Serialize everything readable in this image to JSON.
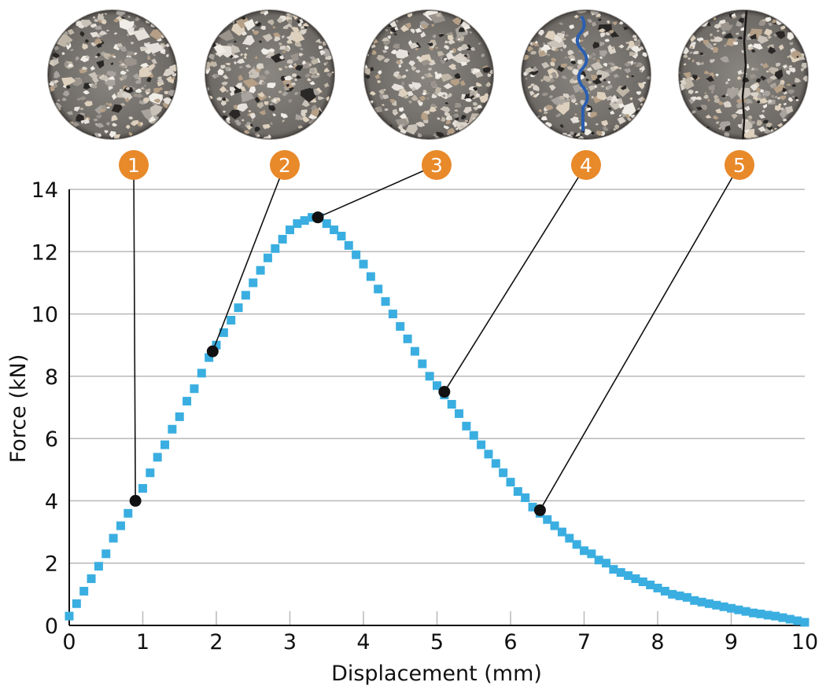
{
  "chart_data": {
    "type": "scatter",
    "title": "",
    "xlabel": "Displacement (mm)",
    "ylabel": "Force (kN)",
    "xlim": [
      0,
      10
    ],
    "ylim": [
      0,
      14
    ],
    "xticks": [
      "0",
      "1",
      "2",
      "3",
      "4",
      "5",
      "6",
      "7",
      "8",
      "9",
      "10"
    ],
    "yticks": [
      "0",
      "2",
      "4",
      "6",
      "8",
      "10",
      "12",
      "14"
    ],
    "grid": "horizontal",
    "series_color": "#3aaee0",
    "x": [
      0.0,
      0.1,
      0.2,
      0.3,
      0.4,
      0.5,
      0.6,
      0.7,
      0.8,
      0.9,
      1.0,
      1.1,
      1.2,
      1.3,
      1.4,
      1.5,
      1.6,
      1.7,
      1.8,
      1.9,
      2.0,
      2.1,
      2.2,
      2.3,
      2.4,
      2.5,
      2.6,
      2.7,
      2.8,
      2.9,
      3.0,
      3.1,
      3.2,
      3.3,
      3.4,
      3.5,
      3.6,
      3.7,
      3.8,
      3.9,
      4.0,
      4.1,
      4.2,
      4.3,
      4.4,
      4.5,
      4.6,
      4.7,
      4.8,
      4.9,
      5.0,
      5.1,
      5.2,
      5.3,
      5.4,
      5.5,
      5.6,
      5.7,
      5.8,
      5.9,
      6.0,
      6.1,
      6.2,
      6.3,
      6.4,
      6.5,
      6.6,
      6.7,
      6.8,
      6.9,
      7.0,
      7.1,
      7.2,
      7.3,
      7.4,
      7.5,
      7.6,
      7.7,
      7.8,
      7.9,
      8.0,
      8.1,
      8.2,
      8.3,
      8.4,
      8.5,
      8.6,
      8.7,
      8.8,
      8.9,
      9.0,
      9.1,
      9.2,
      9.3,
      9.4,
      9.5,
      9.6,
      9.7,
      9.8,
      9.9,
      10.0
    ],
    "y": [
      0.3,
      0.7,
      1.1,
      1.5,
      1.9,
      2.3,
      2.8,
      3.2,
      3.6,
      4.0,
      4.4,
      4.9,
      5.4,
      5.8,
      6.3,
      6.7,
      7.2,
      7.6,
      8.1,
      8.6,
      9.0,
      9.4,
      9.8,
      10.2,
      10.6,
      11.0,
      11.4,
      11.8,
      12.1,
      12.4,
      12.7,
      12.9,
      13.0,
      13.1,
      13.1,
      12.9,
      12.7,
      12.5,
      12.2,
      11.9,
      11.6,
      11.2,
      10.8,
      10.4,
      10.0,
      9.6,
      9.2,
      8.8,
      8.4,
      8.0,
      7.7,
      7.4,
      7.1,
      6.8,
      6.4,
      6.1,
      5.8,
      5.5,
      5.2,
      4.9,
      4.6,
      4.3,
      4.1,
      3.8,
      3.6,
      3.4,
      3.2,
      3.0,
      2.8,
      2.6,
      2.4,
      2.3,
      2.1,
      2.0,
      1.8,
      1.7,
      1.6,
      1.5,
      1.4,
      1.3,
      1.2,
      1.1,
      1.0,
      0.95,
      0.9,
      0.8,
      0.75,
      0.7,
      0.65,
      0.6,
      0.55,
      0.5,
      0.45,
      0.4,
      0.37,
      0.33,
      0.3,
      0.25,
      0.2,
      0.15,
      0.1
    ],
    "annotations": [
      {
        "label": "1",
        "x": 0.9,
        "y": 4.0
      },
      {
        "label": "2",
        "x": 1.95,
        "y": 8.8
      },
      {
        "label": "3",
        "x": 3.38,
        "y": 13.1
      },
      {
        "label": "4",
        "x": 5.1,
        "y": 7.5
      },
      {
        "label": "5",
        "x": 6.4,
        "y": 3.7
      }
    ],
    "annotation_badge_color": "#e8892a",
    "specimen_photos": [
      {
        "label": "1",
        "crack": "none"
      },
      {
        "label": "2",
        "crack": "none"
      },
      {
        "label": "3",
        "crack": "none"
      },
      {
        "label": "4",
        "crack": "highlighted-blue"
      },
      {
        "label": "5",
        "crack": "dark"
      }
    ]
  }
}
